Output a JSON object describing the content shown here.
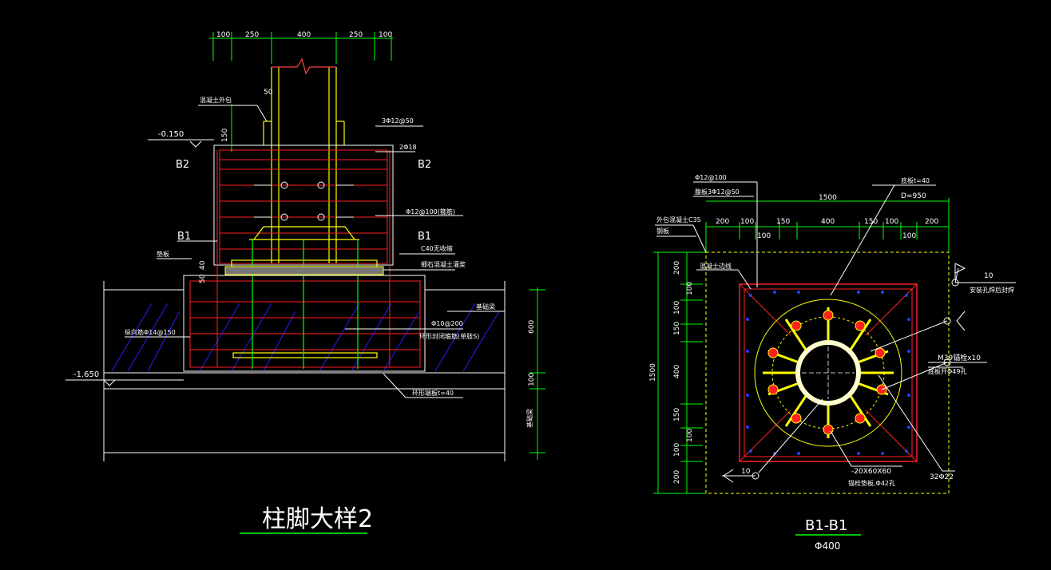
{
  "left_view": {
    "dims_top": [
      "100",
      "250",
      "400",
      "250",
      "100"
    ],
    "dim_50": "50",
    "dim_150": "150",
    "dim_40": "40",
    "dim_50b": "50",
    "elev_top": "-0.150",
    "elev_bottom": "-1.650",
    "section_b2": "B2",
    "section_b1": "B1",
    "label_concrete_top": "混凝土外包",
    "label_stirrup_top": "3Φ12@50",
    "label_bar_2": "2Φ18",
    "label_stirrup_mid": "Φ12@100(箍筋)",
    "label_c40": "C40无收缩",
    "label_grout": "细石混凝土灌浆",
    "label_pad": "垫板",
    "label_bar_side": "纵向筋Φ14@150",
    "label_stirrup_low": "Φ10@200",
    "label_stirrup_low2": "环形封闭箍筋(单肢S)",
    "label_plate": "环形端板t=40",
    "label_ground": "基础梁",
    "dim_600": "600",
    "dim_100": "100",
    "label_found": "基础梁",
    "title": "柱脚大样2"
  },
  "right_view": {
    "label_bar_top": "Φ12@100",
    "label_bar_top2": "腹板3Φ12@50",
    "label_conc": "外包混凝土C35",
    "label_edge": "钢板",
    "label_plate_top": "底板t=40",
    "label_d": "D=950",
    "dim_total": "1500",
    "dims_h": [
      "200",
      "100",
      "150",
      "400",
      "150",
      "100",
      "200"
    ],
    "dims_h2": [
      "100",
      "100"
    ],
    "dims_v": [
      "200",
      "100",
      "150",
      "400",
      "150",
      "100",
      "200"
    ],
    "dims_v2": [
      "100",
      "100"
    ],
    "dim_total_v": "1500",
    "label_inner": "混凝土边线",
    "label_10": "10",
    "label_stiff": "安装孔焊后封焊",
    "label_bolt": "M39锚栓x10",
    "label_hole": "底板开Φ49孔",
    "label_bar_22": "32Φ22",
    "label_rib": "-20X60X60",
    "label_washer": "锚栓垫板,Φ42孔",
    "label_10b": "10",
    "title": "B1-B1",
    "subtitle": "Φ400"
  },
  "colors": {
    "dim": "#00ff00",
    "rebar": "#ff2020",
    "outline": "#ffffff",
    "yellow": "#ffff00",
    "hatch": "#2020ff"
  }
}
